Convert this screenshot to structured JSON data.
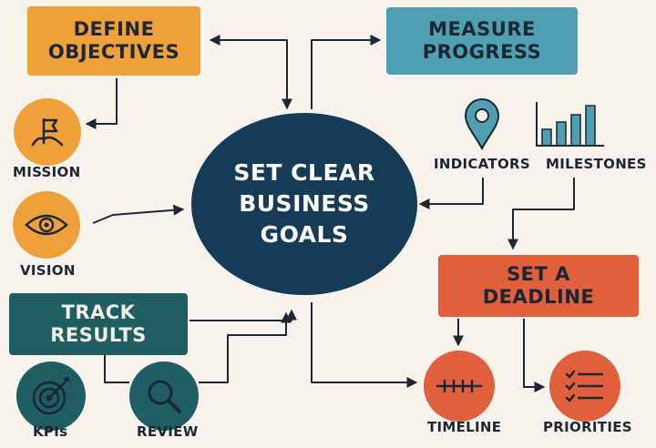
{
  "colors": {
    "background": "#f7f3ec",
    "orange": "#f0a03a",
    "teal": "#4ea0b0",
    "dark_teal": "#1e5e63",
    "red": "#e0603e",
    "navy": "#163b56",
    "ink": "#1c2733"
  },
  "center": {
    "label": "SET CLEAR\nBUSINESS\nGOALS"
  },
  "boxes": {
    "define_objectives": "DEFINE\nOBJECTIVES",
    "measure_progress": "MEASURE\nPROGRESS",
    "track_results": "TRACK\nRESULTS",
    "set_deadline": "SET A\nDEADLINE"
  },
  "items": {
    "mission": {
      "label": "MISSION",
      "icon": "flag-icon"
    },
    "vision": {
      "label": "VISION",
      "icon": "eye-icon"
    },
    "indicators": {
      "label": "INDICATORS",
      "icon": "map-pin-icon"
    },
    "milestones": {
      "label": "MILESTONES",
      "icon": "bar-chart-icon"
    },
    "kpis": {
      "label": "KPIs",
      "icon": "target-icon"
    },
    "review": {
      "label": "REVIEW",
      "icon": "magnifier-icon"
    },
    "timeline": {
      "label": "TIMELINE",
      "icon": "timeline-icon"
    },
    "priorities": {
      "label": "PRIORITIES",
      "icon": "checklist-icon"
    }
  }
}
